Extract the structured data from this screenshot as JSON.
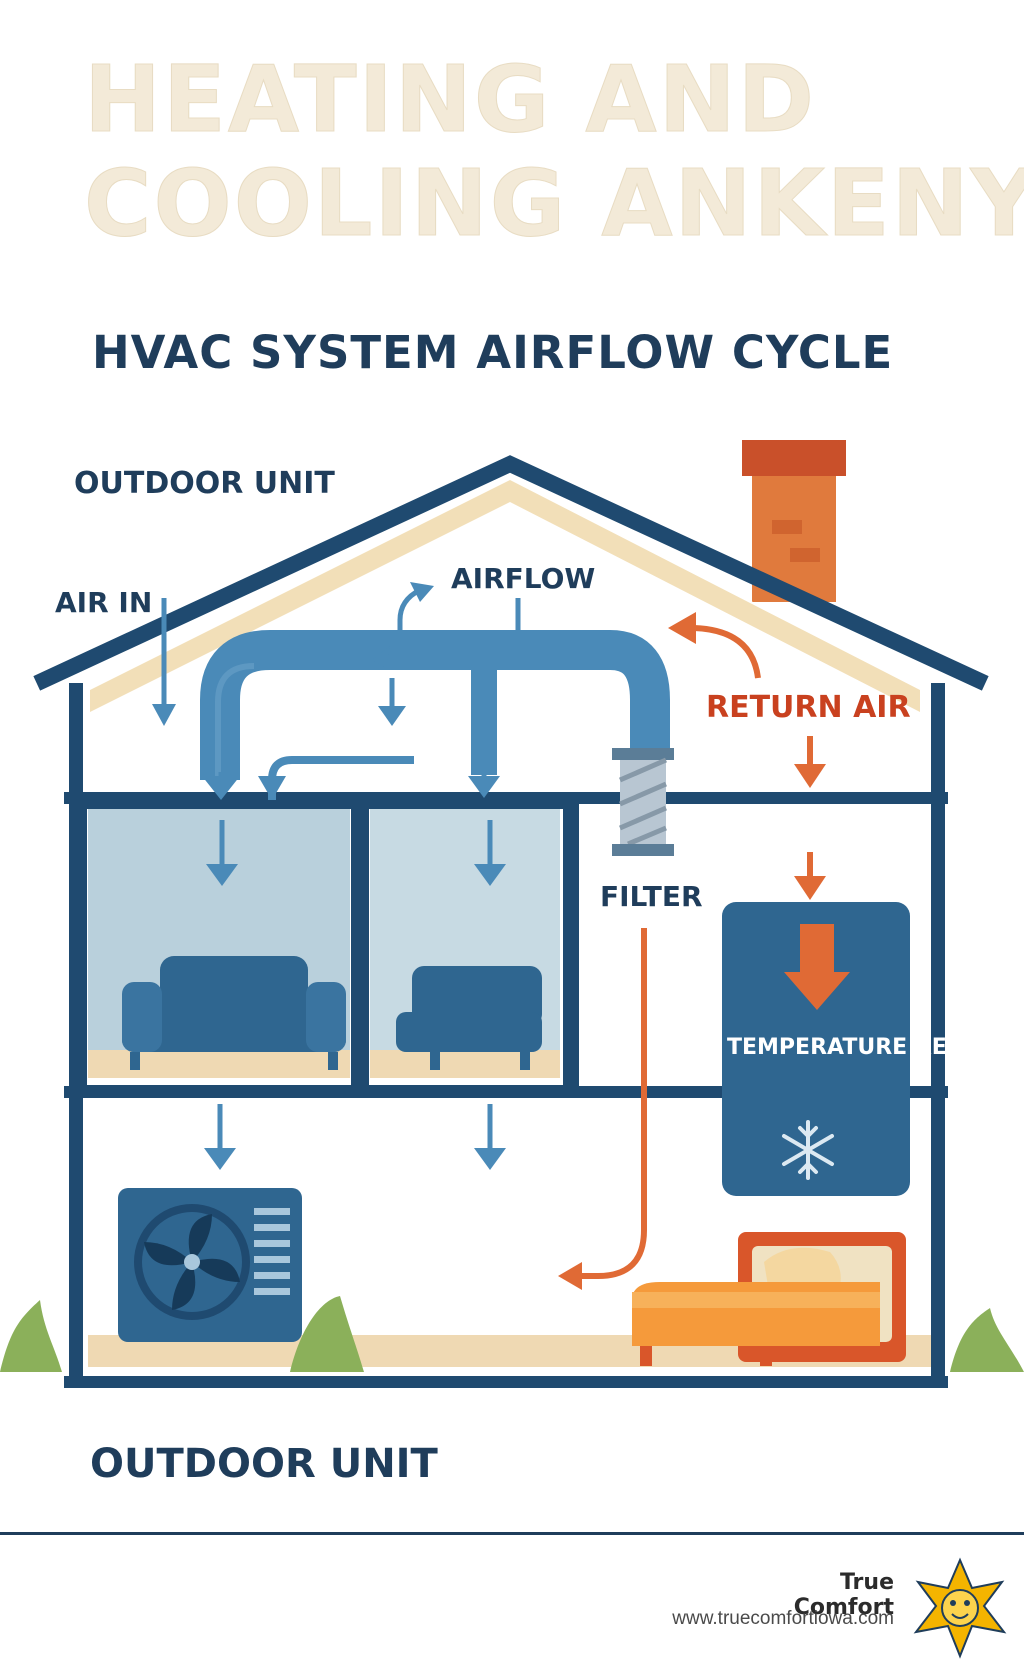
{
  "title": {
    "line1": "HEATING AND",
    "line2": "COOLING ANKENY"
  },
  "subtitle": "HVAC SYSTEM AIRFLOW CYCLE",
  "labels": {
    "outdoor_unit_top": "OUTDOOR UNIT",
    "air_in": "AIR IN",
    "airflow": "AIRFLOW",
    "return_air": "RETURN AIR",
    "filter": "FILTER",
    "temperature_regulation": "TEMPERATURE REGULATION",
    "outdoor_unit_bottom": "OUTDOOR UNIT"
  },
  "brand": {
    "name": "True Comfort",
    "url": "www.truecomfortiowa.com",
    "logo_icon": "sun-mascot-icon"
  },
  "icons": {
    "snowflake": "snowflake-icon",
    "fan": "fan-icon"
  },
  "colors": {
    "navy": "#1f3d5b",
    "duct_blue": "#4a8ab8",
    "return_orange": "#e06a35",
    "title_cream": "#f3ead8",
    "roof_beige": "#f2dfb8"
  }
}
